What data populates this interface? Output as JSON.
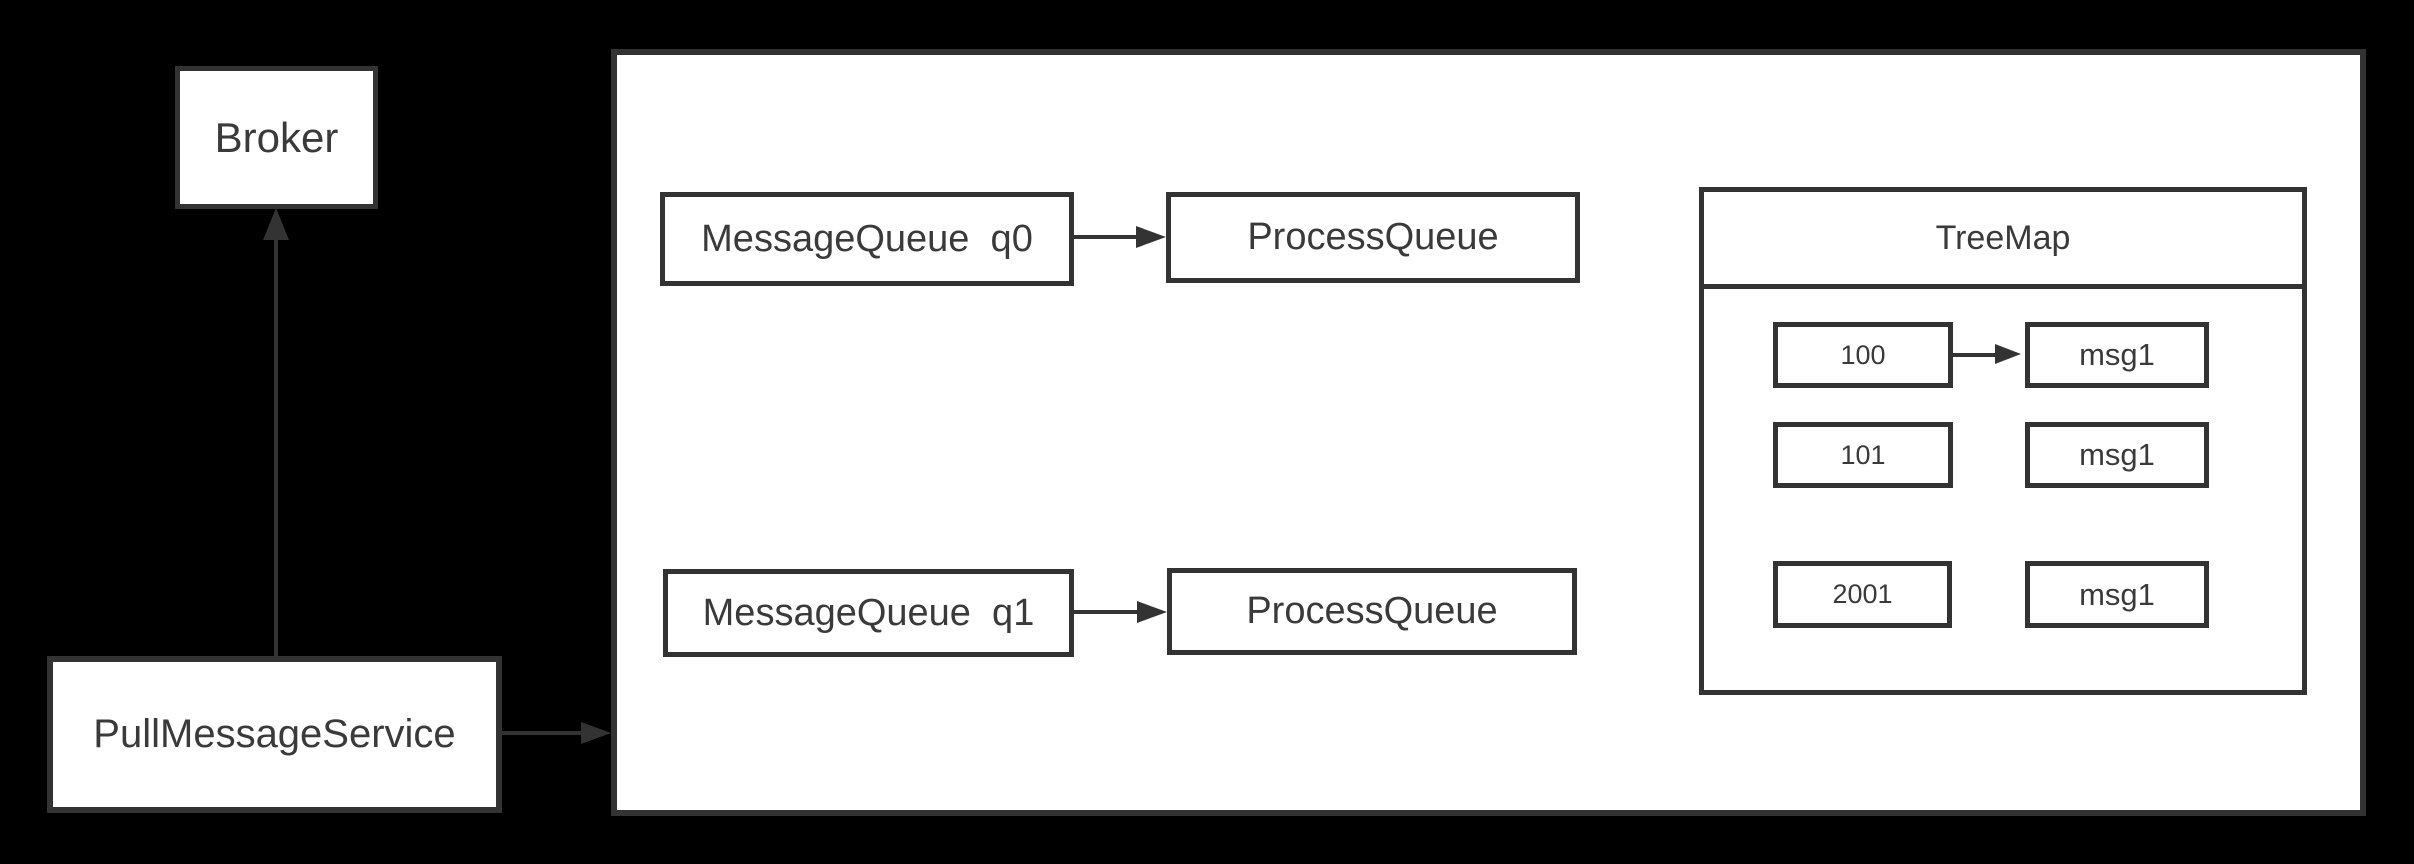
{
  "diagram": {
    "background_color": "#000000",
    "shape_fill": "#ffffff",
    "stroke_color": "#333333",
    "text_color": "#3a3a3a"
  },
  "nodes": {
    "broker": {
      "label": "Broker"
    },
    "pull_message_service": {
      "label": "PullMessageService"
    },
    "message_queue_q0": {
      "label": "MessageQueue  q0"
    },
    "process_queue_top": {
      "label": "ProcessQueue"
    },
    "message_queue_q1": {
      "label": "MessageQueue  q1"
    },
    "process_queue_bottom": {
      "label": "ProcessQueue"
    },
    "treemap": {
      "title": "TreeMap",
      "rows": [
        {
          "key": "100",
          "value": "msg1",
          "arrow": true
        },
        {
          "key": "101",
          "value": "msg1",
          "arrow": false
        },
        {
          "key": "2001",
          "value": "msg1",
          "arrow": false
        }
      ]
    }
  },
  "edges": [
    {
      "from": "pull_message_service",
      "to": "broker"
    },
    {
      "from": "pull_message_service",
      "to": "consumer_container"
    },
    {
      "from": "message_queue_q0",
      "to": "process_queue_top"
    },
    {
      "from": "message_queue_q1",
      "to": "process_queue_bottom"
    },
    {
      "from": "treemap_key_100",
      "to": "treemap_msg1_top"
    }
  ]
}
